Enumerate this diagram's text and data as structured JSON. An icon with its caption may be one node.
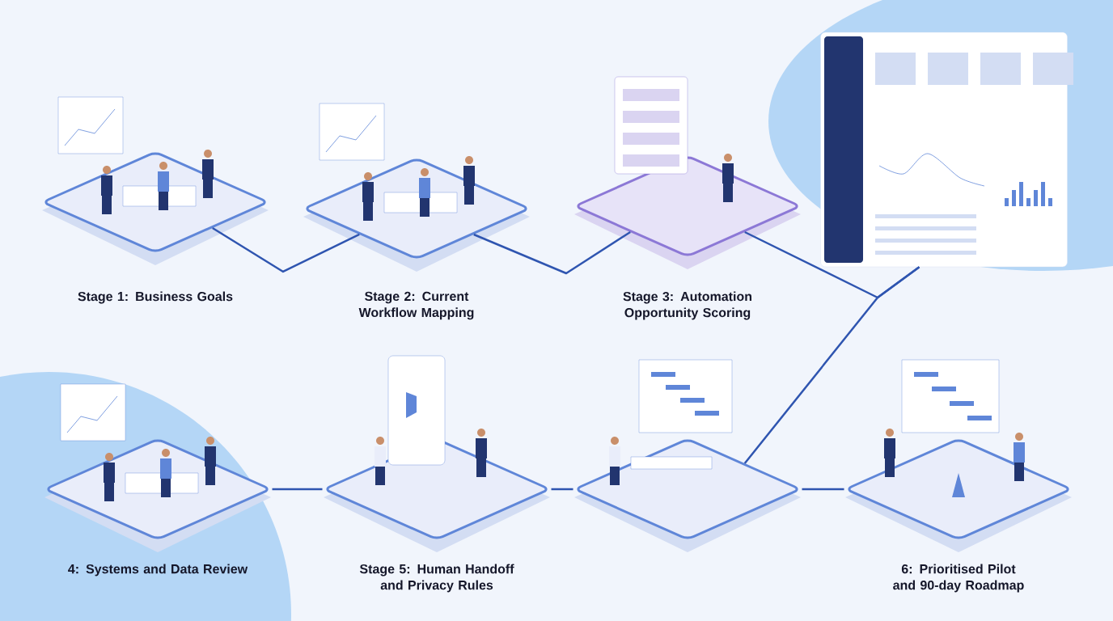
{
  "diagram": {
    "nodes": [
      {
        "text": [
          "Stage 1: Business Goals"
        ]
      },
      {
        "text": [
          "Stage 2: Current Workflow Mapping"
        ]
      },
      {
        "text": [
          "Stage 3: Automation Opportunity Scoring"
        ]
      },
      {
        "text": [],
        "shape": "picture"
      },
      {
        "text": [
          "4: Systems and Data Review"
        ]
      },
      {
        "text": [
          "Stage 5: Human Handoff and Privacy Rules"
        ]
      },
      {
        "text": [],
        "shape": "picture"
      },
      {
        "text": [
          "6: Prioritised Pilot and 90-day Roadmap"
        ]
      }
    ],
    "edges": [
      {
        "from": 0,
        "to": 1,
        "arrow": "none"
      },
      {
        "from": 1,
        "to": 2,
        "arrow": "none"
      },
      {
        "from": 2,
        "to": 3,
        "arrow": "none"
      },
      {
        "from": 3,
        "to": 6,
        "arrow": "none"
      },
      {
        "from": 4,
        "to": 5,
        "arrow": "none"
      },
      {
        "from": 5,
        "to": 6,
        "arrow": "none"
      },
      {
        "from": 6,
        "to": 7,
        "arrow": "none"
      }
    ]
  }
}
